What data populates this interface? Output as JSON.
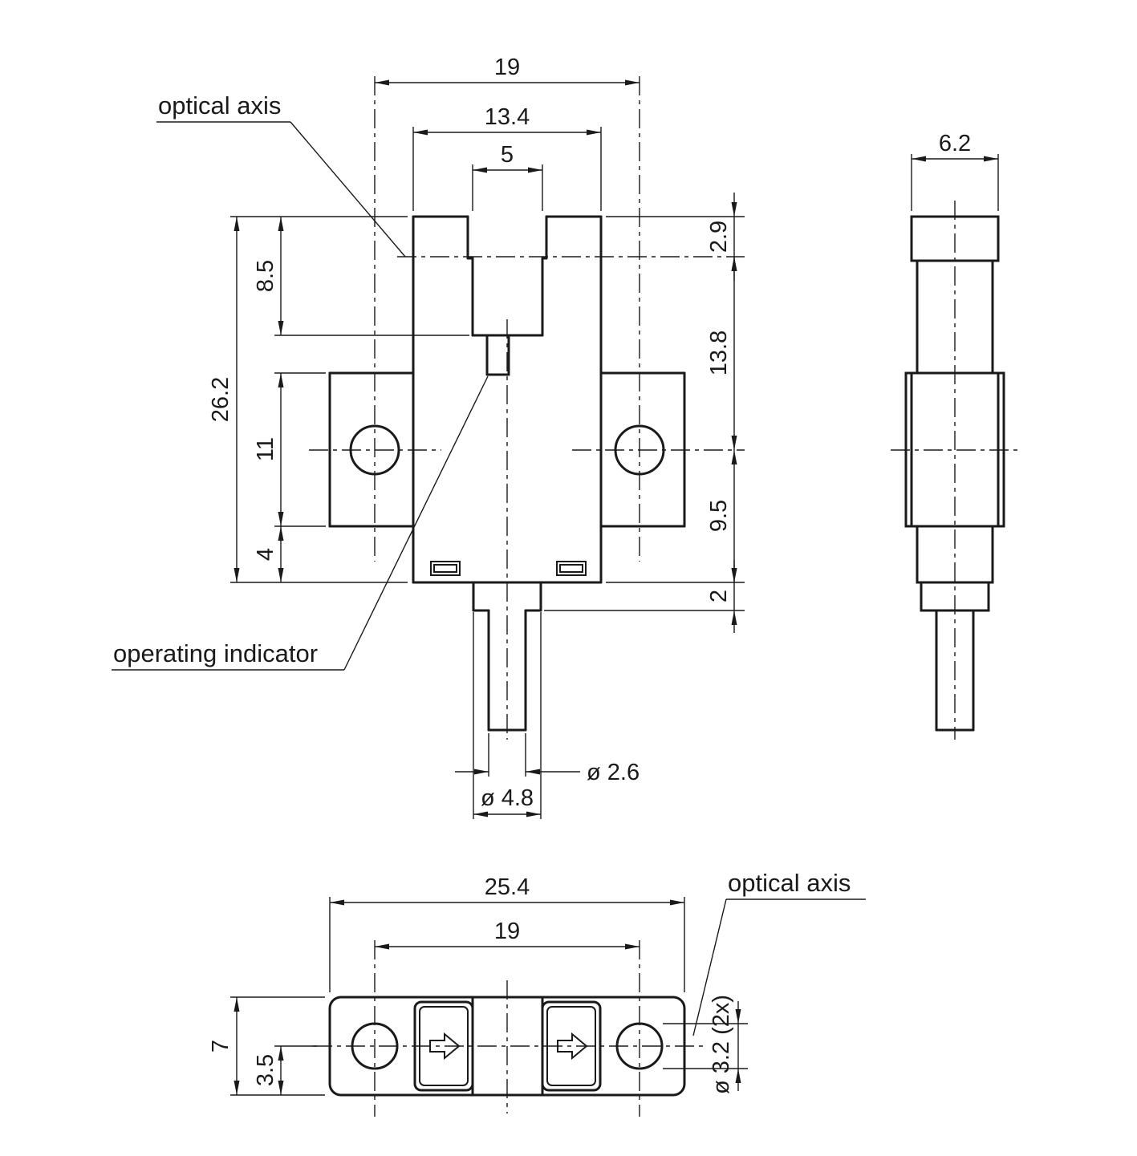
{
  "front": {
    "dim_hole_spacing": "19",
    "dim_fork_width": "13.4",
    "dim_slot_width": "5",
    "dim_slot_depth": "8.5",
    "dim_total_height": "26.2",
    "dim_flange_height": "11",
    "dim_flange_to_bottom": "4",
    "dim_top_to_optical_axis": "2.9",
    "dim_optical_axis_to_hole_axis": "13.8",
    "dim_hole_axis_to_bottom": "9.5",
    "dim_gland_height": "2",
    "dim_cable_diameter": "ø 2.6",
    "dim_gland_diameter": "ø 4.8",
    "label_optical_axis": "optical axis",
    "label_operating_indicator": "operating indicator"
  },
  "side": {
    "dim_depth": "6.2"
  },
  "bottom": {
    "dim_overall_width": "25.4",
    "dim_hole_spacing": "19",
    "dim_depth": "7",
    "dim_axis_offset": "3.5",
    "dim_hole_diameter": "ø 3.2 (2x)",
    "label_optical_axis": "optical axis"
  }
}
